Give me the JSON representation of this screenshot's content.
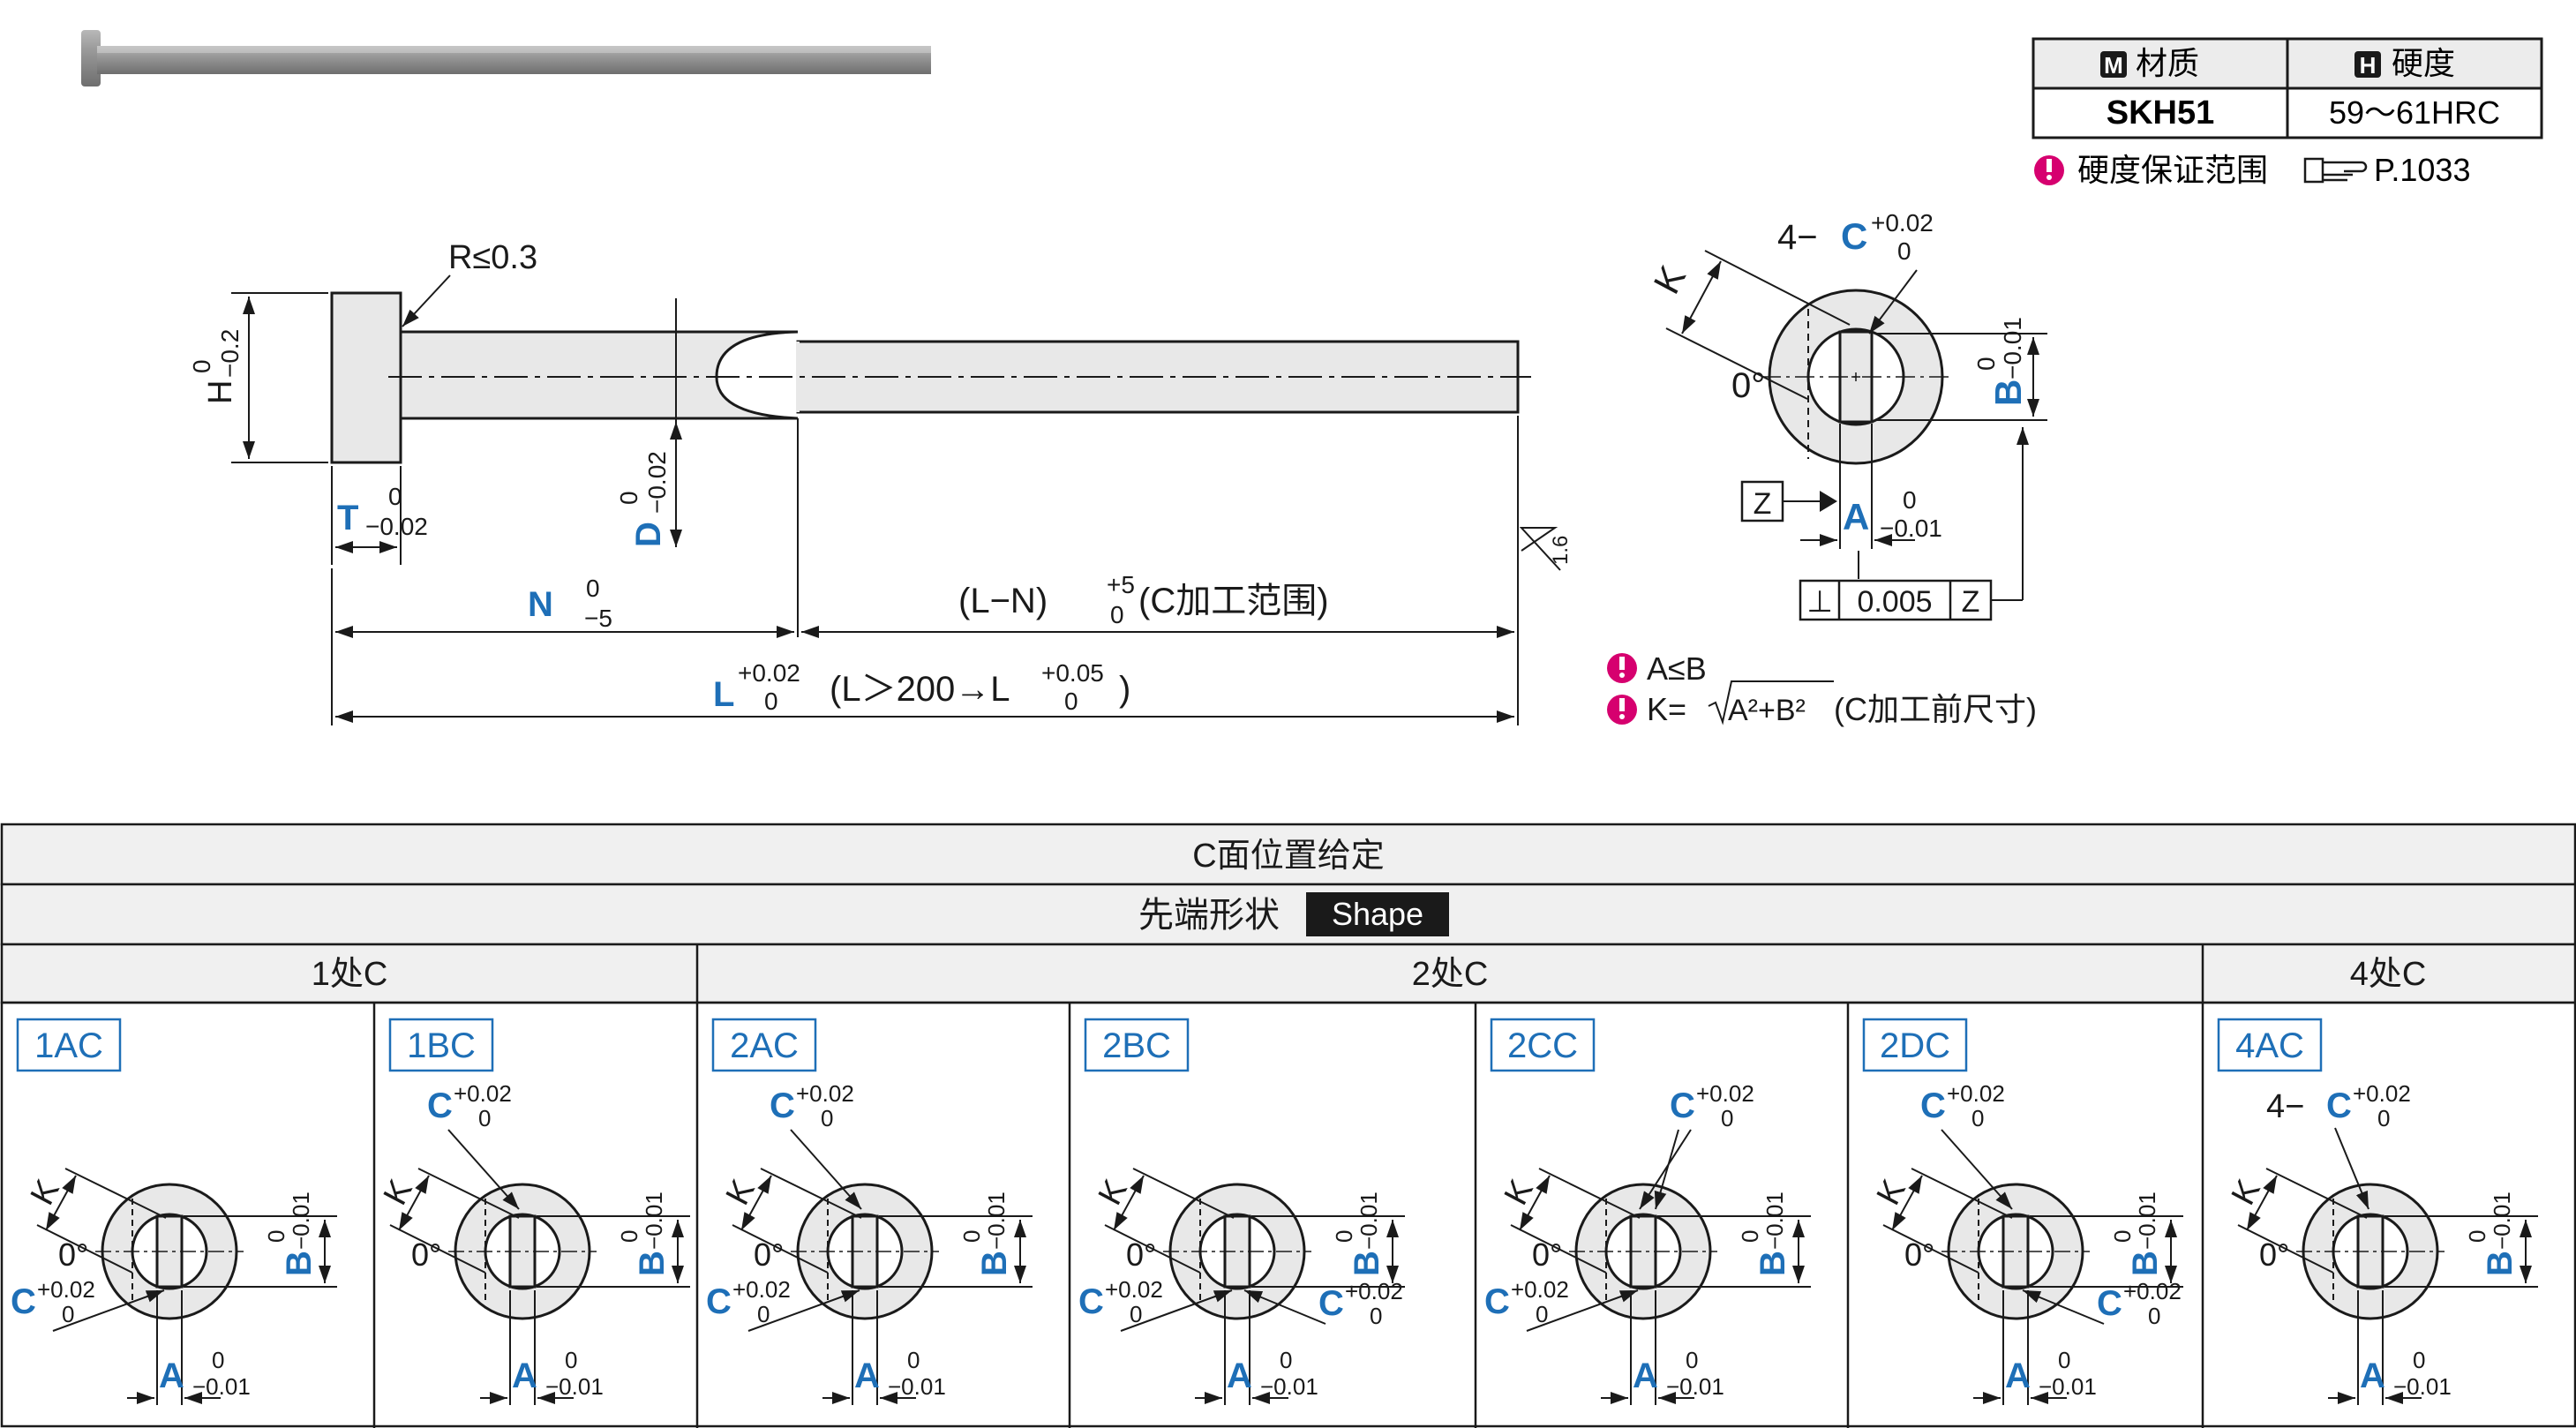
{
  "spec_table": {
    "material_badge": "M",
    "material_header": "材质",
    "hardness_badge": "H",
    "hardness_header": "硬度",
    "material_value": "SKH51",
    "hardness_value": "59～61HRC",
    "note_text": "硬度保证范围",
    "page_ref": "P.1033"
  },
  "main_drawing": {
    "radius_label": "R≤0.3",
    "h_label": "H",
    "h_tol_upper": "0",
    "h_tol_lower": "−0.2",
    "t_label": "T",
    "t_tol_upper": "0",
    "t_tol_lower": "−0.02",
    "d_label": "D",
    "d_tol_upper": "0",
    "d_tol_lower": "−0.02",
    "n_label": "N",
    "n_tol_upper": "0",
    "n_tol_lower": "−5",
    "ln_label": "(L−N)",
    "ln_tol_upper": "+5",
    "ln_tol_lower": "0",
    "ln_suffix": "(C加工范围)",
    "l_label": "L",
    "l_tol_upper": "+0.02",
    "l_tol_lower": "0",
    "l_cond": "(L＞200→L",
    "l_cond_tol_upper": "+0.05",
    "l_cond_tol_lower": "0",
    "l_cond_close": ")",
    "roughness": "1.6"
  },
  "section_view": {
    "c_prefix": "4−",
    "c_label": "C",
    "c_tol_upper": "+0.02",
    "c_tol_lower": "0",
    "k_label": "K",
    "angle_label": "0°",
    "b_label": "B",
    "b_tol_upper": "0",
    "b_tol_lower": "−0.01",
    "a_label": "A",
    "a_tol_upper": "0",
    "a_tol_lower": "−0.01",
    "datum": "Z",
    "perp_symbol": "⊥",
    "perp_value": "0.005",
    "perp_datum": "Z"
  },
  "notes": {
    "note1": "A≤B",
    "note2_prefix": "K=",
    "note2_root": "A²+B²",
    "note2_suffix": "(C加工前尺寸)"
  },
  "shape_table": {
    "title": "C面位置给定",
    "subtitle": "先端形状",
    "shape_badge": "Shape",
    "groups": [
      "1处C",
      "2处C",
      "4处C"
    ],
    "cells": [
      {
        "code": "1AC",
        "c_prefix": "",
        "c_label": "C",
        "c_tol_upper": "+0.02",
        "c_tol_lower": "0"
      },
      {
        "code": "1BC",
        "c_prefix": "",
        "c_label": "C",
        "c_tol_upper": "+0.02",
        "c_tol_lower": "0"
      },
      {
        "code": "2AC",
        "c_prefix": "",
        "c_label": "C",
        "c_tol_upper": "+0.02",
        "c_tol_lower": "0"
      },
      {
        "code": "2BC",
        "c_prefix": "",
        "c_label": "C",
        "c_tol_upper": "+0.02",
        "c_tol_lower": "0"
      },
      {
        "code": "2CC",
        "c_prefix": "",
        "c_label": "C",
        "c_tol_upper": "+0.02",
        "c_tol_lower": "0"
      },
      {
        "code": "2DC",
        "c_prefix": "",
        "c_label": "C",
        "c_tol_upper": "+0.02",
        "c_tol_lower": "0"
      },
      {
        "code": "4AC",
        "c_prefix": "4−",
        "c_label": "C",
        "c_tol_upper": "+0.02",
        "c_tol_lower": "0"
      }
    ],
    "cell_k": "K",
    "cell_angle": "0°",
    "cell_b": "B",
    "cell_b_upper": "0",
    "cell_b_lower": "−0.01",
    "cell_a": "A",
    "cell_a_upper": "0",
    "cell_a_lower": "−0.01"
  },
  "colors": {
    "dimension_blue": "#1e6fb7",
    "note_magenta": "#d6006f",
    "table_fill": "#f0f0f0",
    "part_fill": "#e8e8e8"
  }
}
